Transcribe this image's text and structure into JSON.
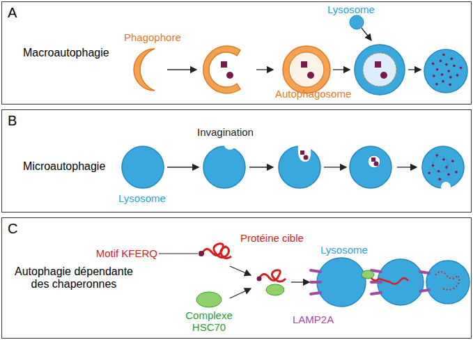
{
  "diagram": {
    "nodes": [
      {
        "text": [
          "A",
          "Macroautophagie"
        ]
      },
      {
        "text": [
          "B",
          "Microautophagie"
        ]
      },
      {
        "text": [
          "C",
          "Autophagie dépendante des chaperonnes"
        ]
      }
    ],
    "labels": [
      "Phagophore",
      "Lysosome",
      "Autophagosome",
      "Invagination",
      "Lysosome",
      "Protéine cible",
      "Motif KFERQ",
      "Complexe HSC70",
      "LAMP2A",
      "Lysosome"
    ]
  }
}
